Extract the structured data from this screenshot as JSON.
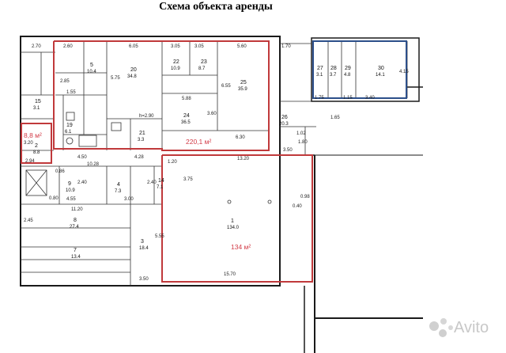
{
  "title": "Схема объекта аренды",
  "highlight_color": "#d23b47",
  "blue_outline_color": "#2c4f8a",
  "leased_areas": [
    {
      "id": "office-block",
      "area": "220,1 м²"
    },
    {
      "id": "hall",
      "area": "134 м²"
    },
    {
      "id": "small-room",
      "area": "8,8 м²"
    }
  ],
  "rooms": [
    {
      "n": "1",
      "a": "134.0"
    },
    {
      "n": "2",
      "a": "8.8"
    },
    {
      "n": "3",
      "a": "18.4"
    },
    {
      "n": "4",
      "a": "7.3"
    },
    {
      "n": "5",
      "a": "10.4"
    },
    {
      "n": "7",
      "a": "13.4"
    },
    {
      "n": "8",
      "a": "27.4"
    },
    {
      "n": "9",
      "a": "10.9"
    },
    {
      "n": "14",
      "a": "7.1"
    },
    {
      "n": "15",
      "a": "3.1"
    },
    {
      "n": "19",
      "a": "6.1"
    },
    {
      "n": "20",
      "a": "34.8"
    },
    {
      "n": "21",
      "a": "3.3"
    },
    {
      "n": "22",
      "a": "10.9"
    },
    {
      "n": "23",
      "a": "8.7"
    },
    {
      "n": "24",
      "a": "36.5"
    },
    {
      "n": "25",
      "a": "35.9"
    },
    {
      "n": "26",
      "a": "20.3"
    },
    {
      "n": "27",
      "a": "3.1"
    },
    {
      "n": "28",
      "a": "3.7"
    },
    {
      "n": "29",
      "a": "4.8"
    },
    {
      "n": "30",
      "a": "14.1"
    }
  ],
  "dimensions": [
    "2.70",
    "2.60",
    "6.05",
    "3.05",
    "3.05",
    "5.60",
    "1.70",
    "2.85",
    "1.55",
    "5.75",
    "5.88",
    "3.60",
    "6.55",
    "6.30",
    "3.50",
    "1.02",
    "1.80",
    "4.50",
    "4.28",
    "10.28",
    "13.20",
    "0.98",
    "0.40",
    "11.20",
    "3.00",
    "2.45",
    "2.40",
    "2.40",
    "4.55",
    "0.80",
    "1.20",
    "3.75",
    "5.55",
    "3.50",
    "15.70",
    "1.15",
    "1.75",
    "3.40",
    "4.15",
    "1.65",
    "0.86",
    "2.94",
    "3.20",
    "h=2.90"
  ],
  "watermark": "Avito"
}
